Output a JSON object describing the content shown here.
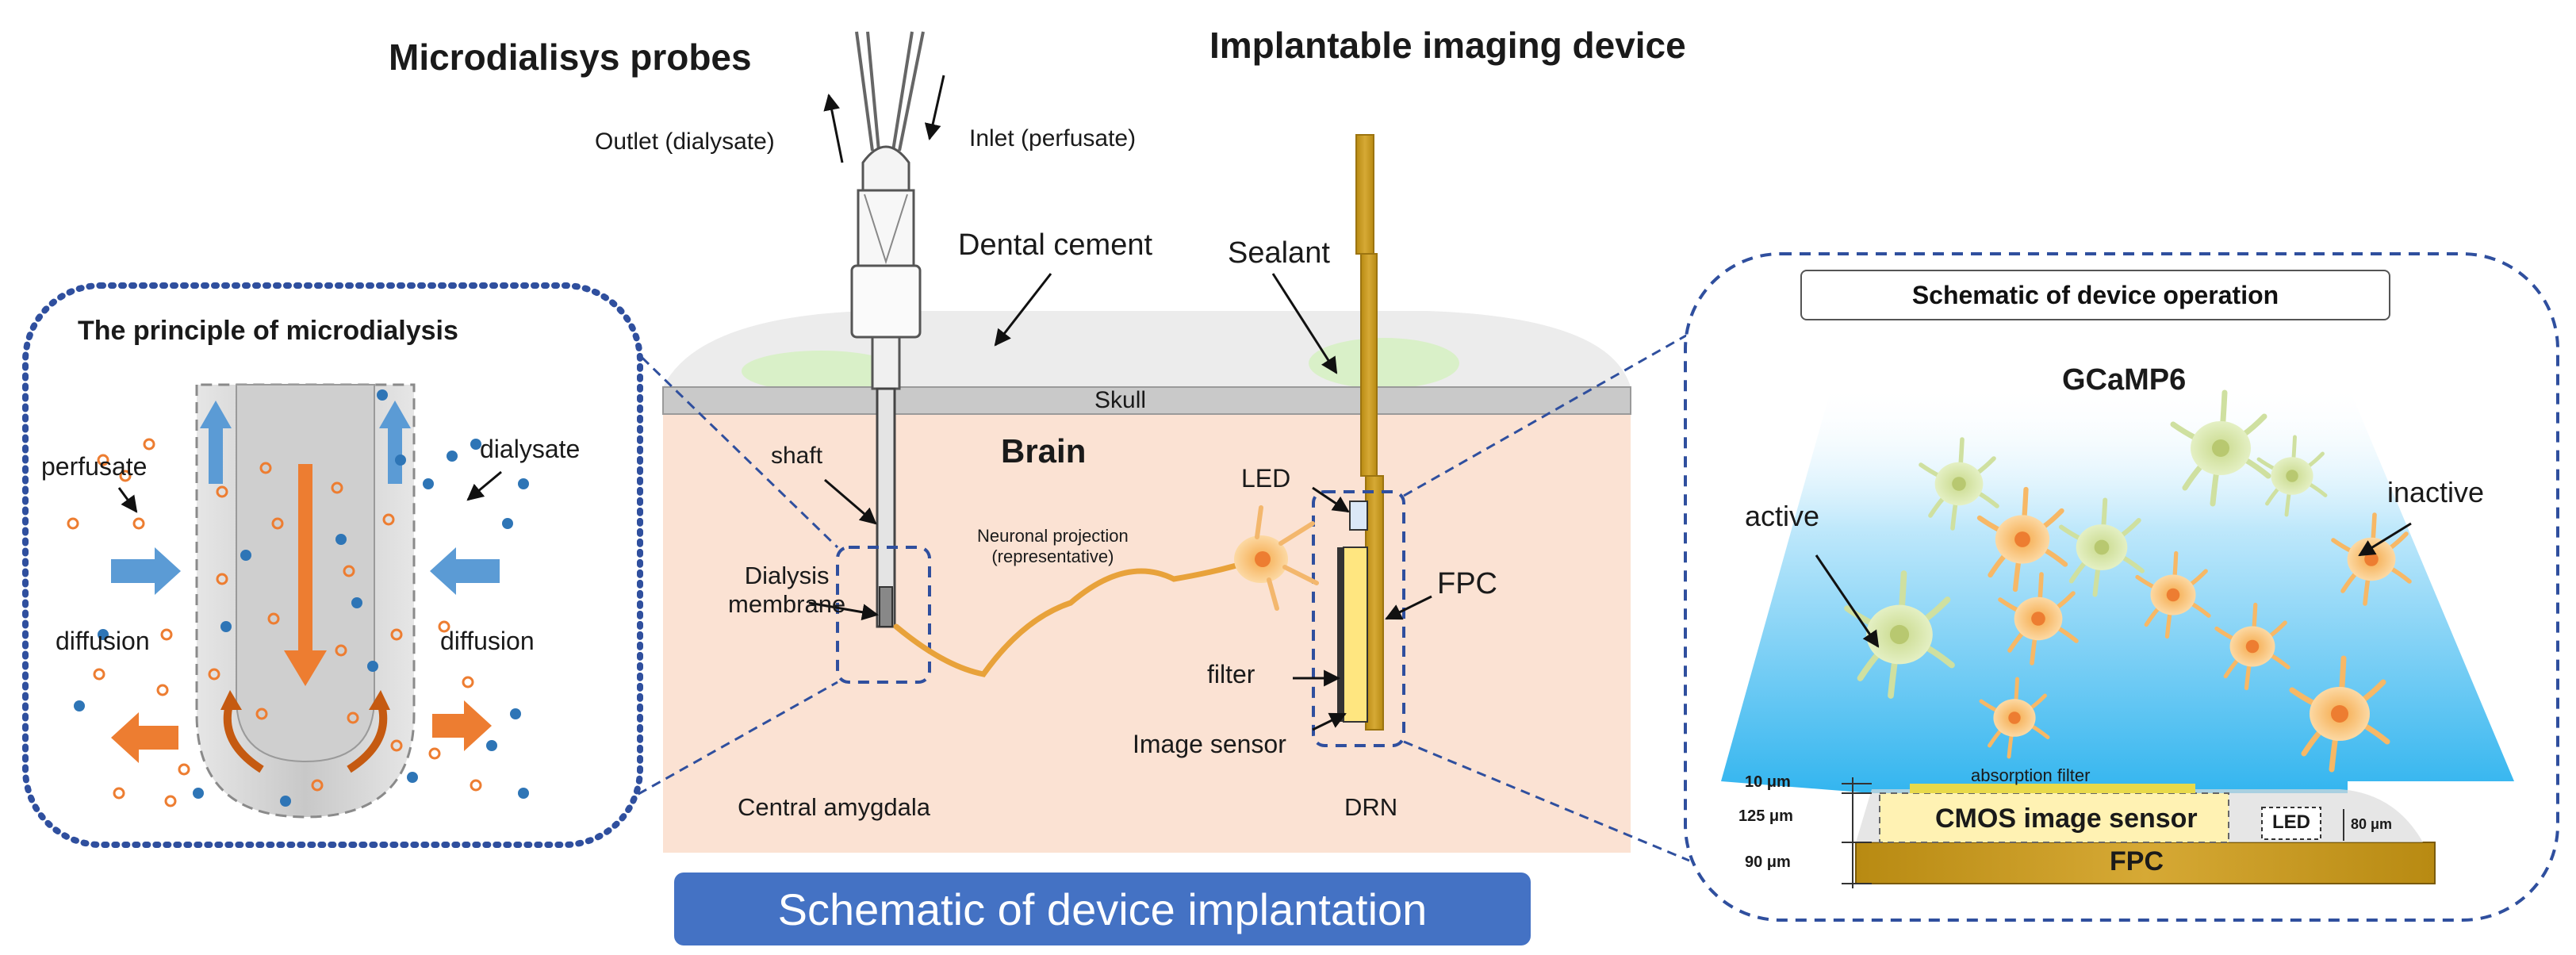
{
  "titles": {
    "microdialysis_probes": "Microdialisys probes",
    "imaging_device": "Implantable imaging device",
    "principle": "The principle of microdialysis",
    "operation": "Schematic of device operation",
    "implantation": "Schematic of device implantation"
  },
  "probe_labels": {
    "outlet": "Outlet (dialysate)",
    "inlet": "Inlet (perfusate)",
    "dental_cement": "Dental cement",
    "shaft": "shaft",
    "dialysis_membrane_1": "Dialysis",
    "dialysis_membrane_2": "membrane"
  },
  "anatomy": {
    "skull": "Skull",
    "brain": "Brain",
    "central_amygdala": "Central amygdala",
    "drn": "DRN",
    "projection_1": "Neuronal projection",
    "projection_2": "(representative)"
  },
  "device_labels": {
    "sealant": "Sealant",
    "led": "LED",
    "fpc": "FPC",
    "filter": "filter",
    "image_sensor": "Image sensor"
  },
  "principle_labels": {
    "perfusate": "perfusate",
    "dialysate": "dialysate",
    "diffusion_left": "diffusion",
    "diffusion_right": "diffusion"
  },
  "operation_labels": {
    "gcamp": "GCaMP6",
    "active": "active",
    "inactive": "inactive",
    "absorption_filter": "absorption filter",
    "cmos": "CMOS image sensor",
    "led": "LED",
    "fpc": "FPC",
    "dim_10": "10 μm",
    "dim_125": "125 μm",
    "dim_90": "90 μm",
    "dim_80": "80 μm"
  },
  "colors": {
    "brain": "#fbe2d3",
    "skull": "#c8c8c8",
    "cement": "#ececec",
    "device_gold": "#c9a227",
    "dashed_blue": "#2f4f9e",
    "orange": "#ed7d31",
    "blue_arrow": "#5b9bd5",
    "banner": "#4472c4"
  }
}
